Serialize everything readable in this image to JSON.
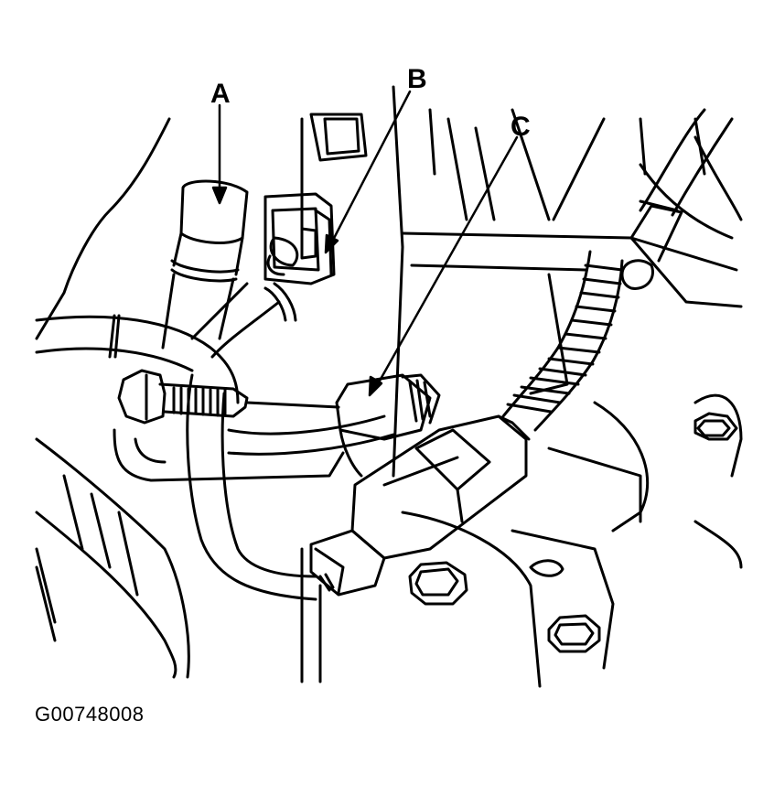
{
  "callouts": {
    "a": "A",
    "b": "B",
    "c": "C"
  },
  "figure_id": "G00748008",
  "colors": {
    "ink": "#000000",
    "paper": "#ffffff"
  }
}
